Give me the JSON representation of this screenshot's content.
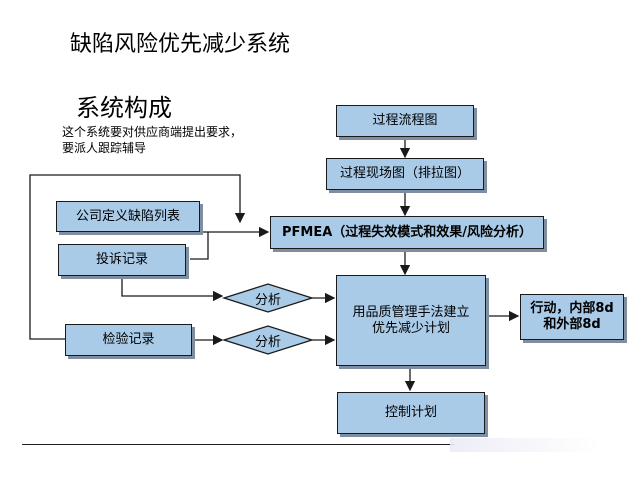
{
  "title": "缺陷风险优先减少系统",
  "subtitle": "系统构成",
  "note": "这个系统要对供应商端提出要求，要派人跟踪辅导",
  "boxes": {
    "process_flow": "过程流程图",
    "process_site": "过程现场图（排拉图）",
    "defect_list": "公司定义缺陷列表",
    "complaint": "投诉记录",
    "pfmea": "PFMEA（过程失效模式和效果/风险分析）",
    "quality_plan": "用品质管理手法建立优先减少计划",
    "action": "行动，内部8d和外部8d",
    "inspection": "检验记录",
    "control_plan": "控制计划"
  },
  "diamonds": {
    "analysis_1": "分析",
    "analysis_2": "分析"
  },
  "colors": {
    "box_fill": "#a9cbe8",
    "border": "#1a1a1a",
    "shadow": "#7f8fa0"
  }
}
